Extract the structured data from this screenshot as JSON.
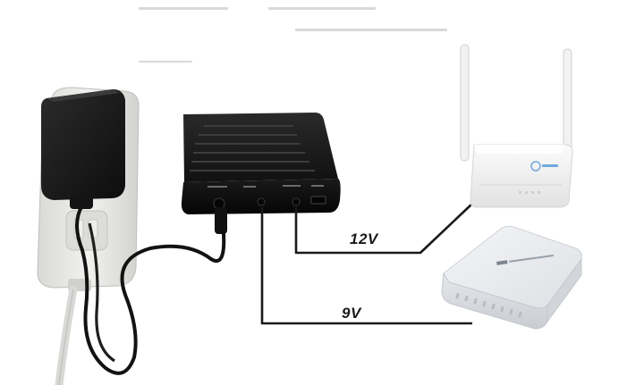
{
  "labels": {
    "voltage_top": "12V",
    "voltage_bottom": "9V"
  },
  "colors": {
    "wire": "#1a1a1a",
    "battery_box": "#1c1c1c",
    "power_strip": "#e8e8e6",
    "router": "#f2f2f2",
    "router_logo": "#6fa8dc",
    "onu": "#e9ebee"
  },
  "icons": {
    "router_brand_logo": "tp-link-logo",
    "onu_brand_mark": "brand-text-mark"
  }
}
